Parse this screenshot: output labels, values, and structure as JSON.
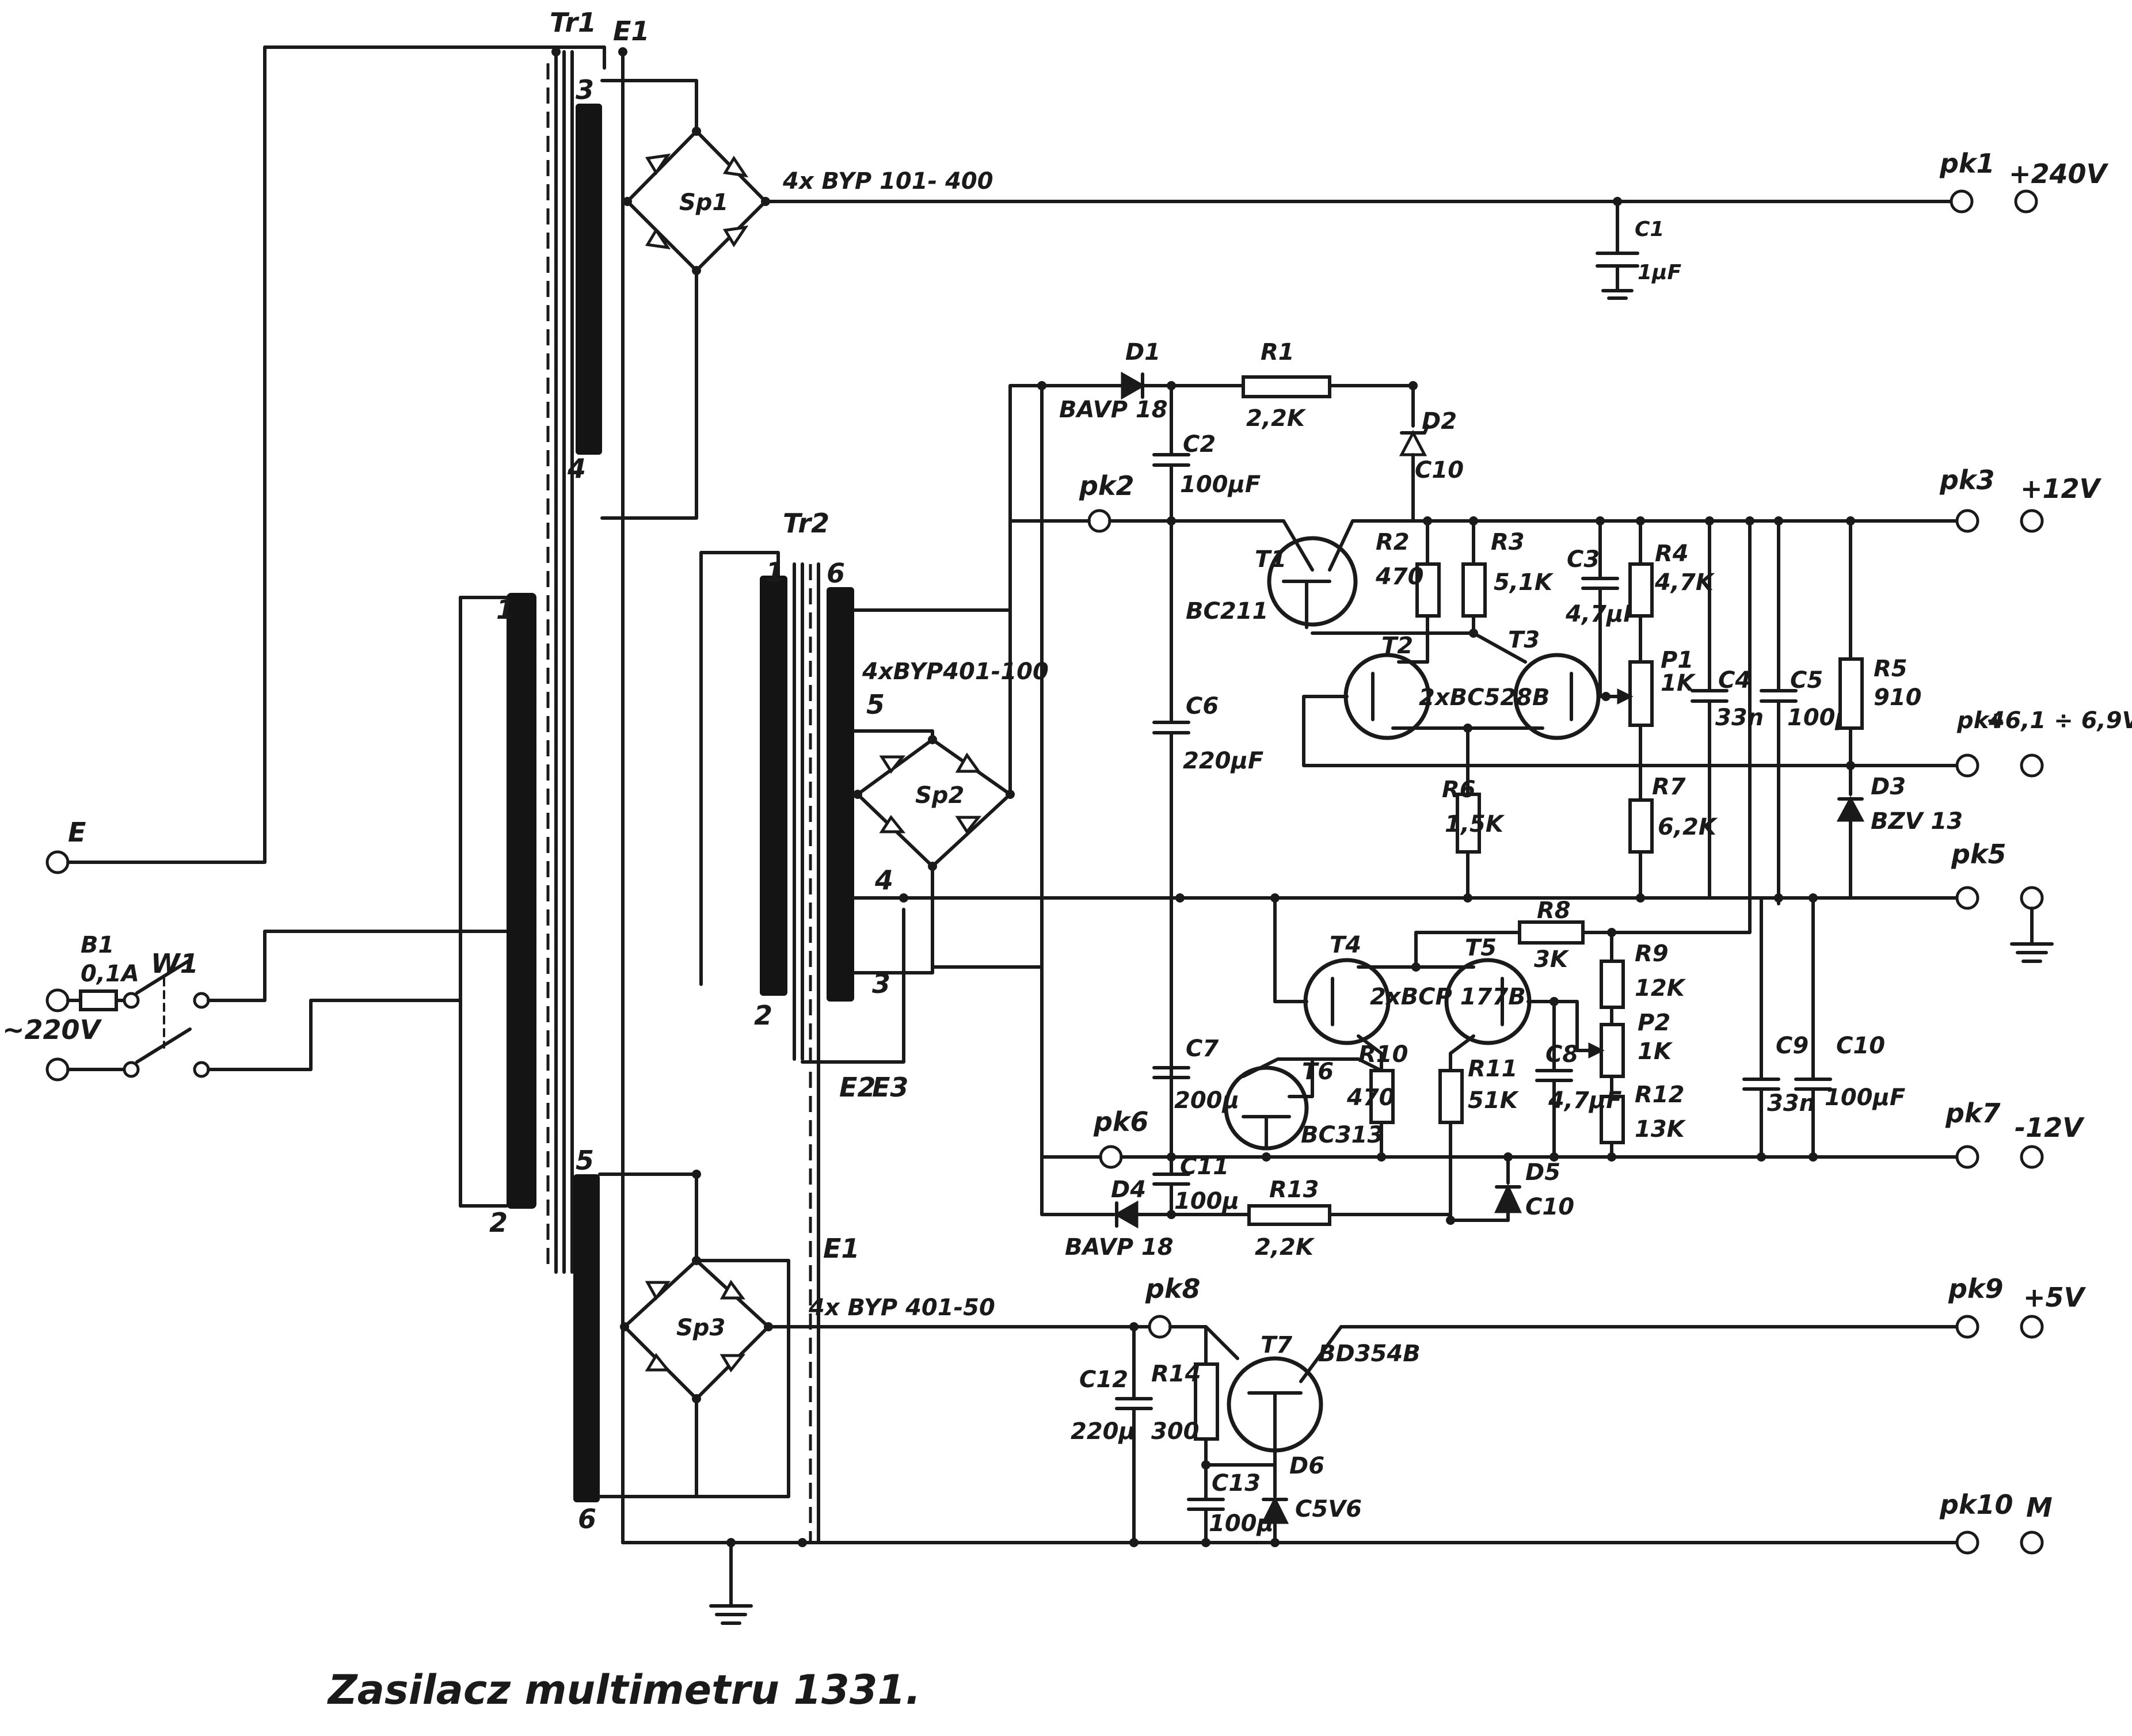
{
  "title": "Zasilacz multimetru 1331.",
  "mains": {
    "input": "~220V",
    "earth": "E",
    "fuse_ref": "B1",
    "fuse_value": "0,1A",
    "switch": "W1"
  },
  "tr1": {
    "ref": "Tr1",
    "screen": "E1",
    "pin1": "1",
    "pin2": "2",
    "pin3": "3",
    "pin4": "4",
    "pin5": "5",
    "pin6": "6"
  },
  "tr2": {
    "ref": "Tr2",
    "screen_a": "E2",
    "screen_b": "E3",
    "screen_c": "E1",
    "pin1": "1",
    "pin2": "2",
    "pin3": "3",
    "pin4": "4",
    "pin5": "5",
    "pin6": "6"
  },
  "bridges": {
    "sp1": {
      "ref": "Sp1",
      "type": "4x BYP 101- 400"
    },
    "sp2": {
      "ref": "Sp2",
      "type": "4xBYP401-100"
    },
    "sp3": {
      "ref": "Sp3",
      "type": "4x BYP 401-50"
    }
  },
  "outputs": [
    {
      "pk": "pk1",
      "voltage": "+240V"
    },
    {
      "pk": "pk3",
      "voltage": "+12V"
    },
    {
      "pk": "pk4",
      "voltage": "+6,1 ÷ 6,9V"
    },
    {
      "pk": "pk5",
      "voltage": ""
    },
    {
      "pk": "pk7",
      "voltage": "-12V"
    },
    {
      "pk": "pk9",
      "voltage": "+5V"
    },
    {
      "pk": "pk10",
      "voltage": "M"
    }
  ],
  "test_points": {
    "pk2": "pk2",
    "pk6": "pk6",
    "pk8": "pk8"
  },
  "components": {
    "c1": {
      "ref": "C1",
      "value": "1µF"
    },
    "c2": {
      "ref": "C2",
      "value": "100µF"
    },
    "c3": {
      "ref": "C3",
      "value": "4,7µF"
    },
    "c4": {
      "ref": "C4",
      "value": "33n"
    },
    "c5": {
      "ref": "C5",
      "value": "100µ"
    },
    "c6": {
      "ref": "C6",
      "value": "220µF"
    },
    "c7": {
      "ref": "C7",
      "value": "200µ"
    },
    "c8": {
      "ref": "C8",
      "value": "4,7µF"
    },
    "c9": {
      "ref": "C9",
      "value": "33n"
    },
    "c10": {
      "ref": "C10",
      "value": "100µF"
    },
    "c11": {
      "ref": "C11",
      "value": "100µ"
    },
    "c12": {
      "ref": "C12",
      "value": "220µ"
    },
    "c13": {
      "ref": "C13",
      "value": "100µ"
    },
    "d1": {
      "ref": "D1",
      "type": "BAVP 18"
    },
    "d2": {
      "ref": "D2",
      "type": "C10"
    },
    "d3": {
      "ref": "D3",
      "type": "BZV 13"
    },
    "d4": {
      "ref": "D4",
      "type": "BAVP 18"
    },
    "d5": {
      "ref": "D5",
      "type": "C10"
    },
    "d6": {
      "ref": "D6",
      "type": "C5V6"
    },
    "r1": {
      "ref": "R1",
      "value": "2,2K"
    },
    "r2": {
      "ref": "R2",
      "value": "470"
    },
    "r3": {
      "ref": "R3",
      "value": "5,1K"
    },
    "r4": {
      "ref": "R4",
      "value": "4,7K"
    },
    "r5": {
      "ref": "R5",
      "value": "910"
    },
    "r6": {
      "ref": "R6",
      "value": "1,5K"
    },
    "r7": {
      "ref": "R7",
      "value": "6,2K"
    },
    "r8": {
      "ref": "R8",
      "value": "3K"
    },
    "r9": {
      "ref": "R9",
      "value": "12K"
    },
    "r10": {
      "ref": "R10",
      "value": "470"
    },
    "r11": {
      "ref": "R11",
      "value": "51K"
    },
    "r12": {
      "ref": "R12",
      "value": "13K"
    },
    "r13": {
      "ref": "R13",
      "value": "2,2K"
    },
    "r14": {
      "ref": "R14",
      "value": "300"
    },
    "p1": {
      "ref": "P1",
      "value": "1K"
    },
    "p2": {
      "ref": "P2",
      "value": "1K"
    },
    "t1": {
      "ref": "T1",
      "type": "BC211"
    },
    "t2": {
      "ref": "T2"
    },
    "t3": {
      "ref": "T3"
    },
    "t23": {
      "type": "2xBC528B"
    },
    "t4": {
      "ref": "T4"
    },
    "t5": {
      "ref": "T5"
    },
    "t45": {
      "type": "2xBCP 177B"
    },
    "t6": {
      "ref": "T6",
      "type": "BC313"
    },
    "t7": {
      "ref": "T7",
      "type": "BD354B"
    }
  }
}
